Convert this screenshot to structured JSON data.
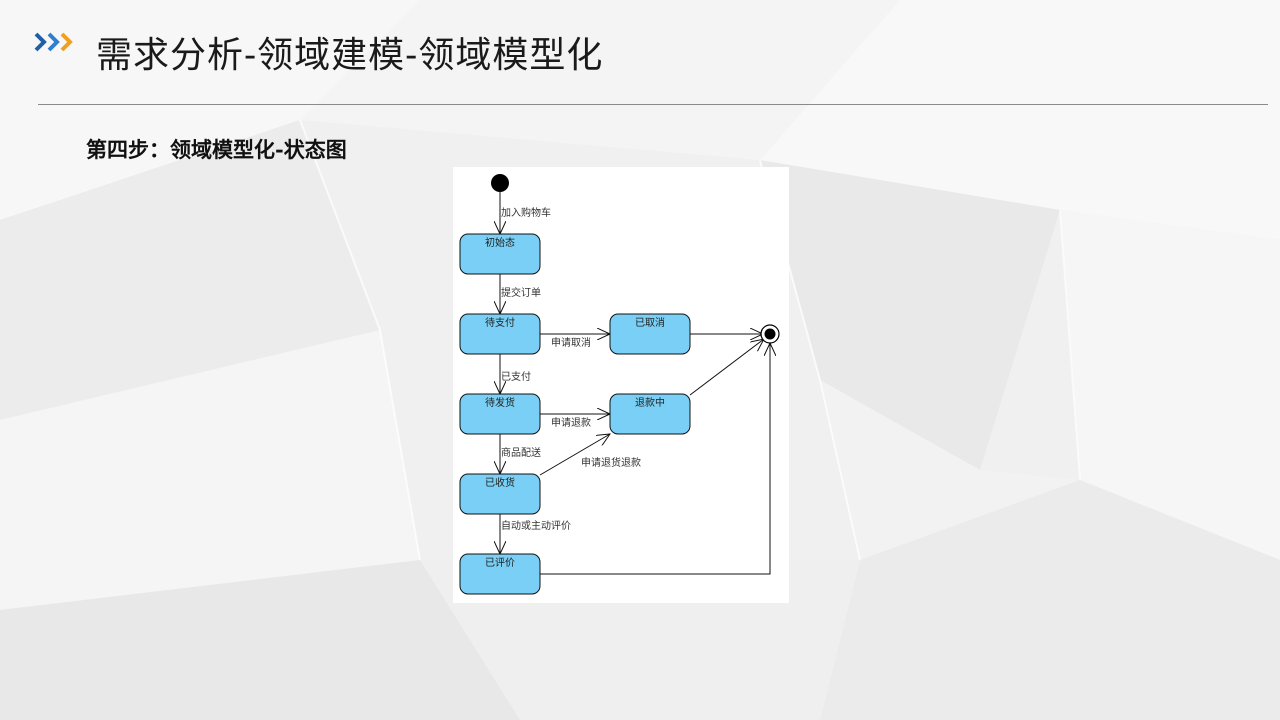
{
  "header": {
    "title": "需求分析-领域建模-领域模型化",
    "chevron_colors": [
      "#1f5fa8",
      "#2f7fd0",
      "#f0a020"
    ]
  },
  "subtitle": "第四步：领域模型化-状态图",
  "diagram": {
    "state_fill": "#79cff5",
    "states": {
      "initial": "初始态",
      "pending_payment": "待支付",
      "cancelled": "已取消",
      "pending_shipment": "待发货",
      "refunding": "退款中",
      "received": "已收货",
      "reviewed": "已评价"
    },
    "transitions": {
      "add_to_cart": "加入购物车",
      "submit_order": "提交订单",
      "request_cancel": "申请取消",
      "paid": "已支付",
      "request_refund": "申请退款",
      "ship_goods": "商品配送",
      "request_return_refund": "申请退货退款",
      "auto_or_manual_review": "自动或主动评价"
    }
  }
}
